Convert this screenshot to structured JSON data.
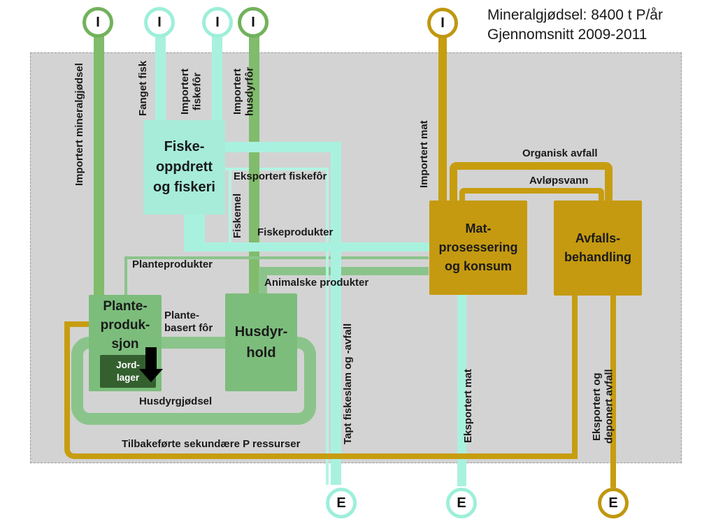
{
  "title": {
    "line1": "Mineralgjødsel: 8400 t P/år",
    "line2": "Gjennomsnitt 2009-2011"
  },
  "terminals": {
    "import_letter": "I",
    "export_letter": "E"
  },
  "boxes": {
    "fiske": "Fiske-\noppdrett\nog fiskeri",
    "mat": "Mat-\nprosessering\nog konsum",
    "avfall": "Avfalls-\nbehandling",
    "plante": "Plante-\nproduk-\nsjon",
    "husdyr": "Husdyr-\nhold",
    "jord": "Jord-\nlager"
  },
  "flows": {
    "importert_mineralgjodsel": "Importert mineralgjødsel",
    "fanget_fisk": "Fanget fisk",
    "importert_fiskefor": "Importert\nfiskefôr",
    "importert_husdyrfor": "Importert\nhusdyrfôr",
    "importert_mat": "Importert mat",
    "eksportert_fiskefor": "Eksportert fiskefôr",
    "fiskemel": "Fiskemel",
    "fiskeprodukter": "Fiskeprodukter",
    "planteprodukter": "Planteprodukter",
    "animalske_produkter": "Animalske produkter",
    "organisk_avfall": "Organisk avfall",
    "avlopsvann": "Avløpsvann",
    "plante_basert_for": "Plante-\nbasert fôr",
    "husdyrgjodsel": "Husdyrgjødsel",
    "tilbakeforte": "Tilbakeførte sekundære P ressurser",
    "tapt_fiskeslam": "Tapt fiskeslam og -avfall",
    "eksportert_mat": "Eksportert mat",
    "eksportert_deponert": "Eksportert og\ndeponert avfall"
  },
  "colors": {
    "background_region": "#d3d3d3",
    "cyan_node": "#a6ecd9",
    "cyan_flow": "#a9f1df",
    "green_node": "#7cbd7c",
    "green_flow": "#80bc6b",
    "green_loop": "#8bc48b",
    "gold_node": "#c59a10",
    "gold_flow": "#c79d10",
    "soil_store": "#34602f"
  }
}
